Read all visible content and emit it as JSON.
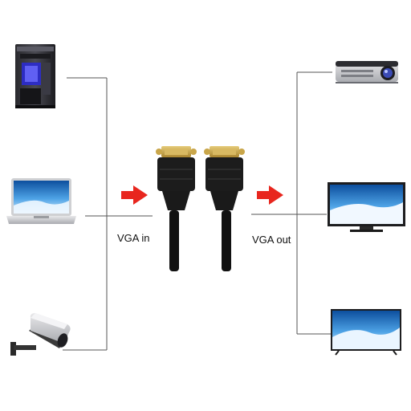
{
  "labels": {
    "input": "VGA in",
    "output": "VGA out"
  },
  "sources": [
    {
      "device": "desktop-tower",
      "icon": "pc-tower-icon"
    },
    {
      "device": "laptop",
      "icon": "laptop-icon"
    },
    {
      "device": "security-camera",
      "icon": "cctv-camera-icon"
    }
  ],
  "outputs": [
    {
      "device": "projector",
      "icon": "projector-icon"
    },
    {
      "device": "monitor",
      "icon": "monitor-icon"
    },
    {
      "device": "television",
      "icon": "tv-icon"
    }
  ],
  "colors": {
    "arrow": "#e8261e",
    "line": "#555555",
    "cable": "#1a1a1a",
    "connector_gold": "#c9a64a",
    "screen_blue": "#2a86d8"
  }
}
